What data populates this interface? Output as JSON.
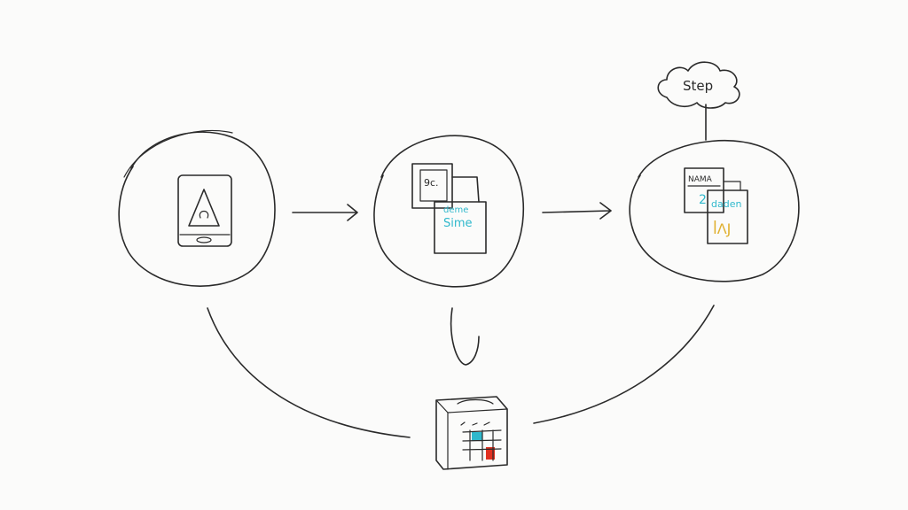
{
  "diagram": {
    "cloud_label": "Step",
    "middle_card": {
      "line1": "deme",
      "line2": "Sime",
      "note": "9c."
    },
    "right_card": {
      "header": "NAMA",
      "number": "2",
      "front_line1": "daden",
      "front_line2": "ꟾΛJ"
    },
    "colors": {
      "ink": "#2a2a2a",
      "cyan": "#2fb8cc",
      "yellow": "#e0b030",
      "red": "#e03020",
      "background": "#fbfbfa"
    },
    "icons": [
      "phone-icon",
      "documents-icon",
      "form-cards-icon",
      "storage-box-icon",
      "cloud-icon"
    ]
  }
}
